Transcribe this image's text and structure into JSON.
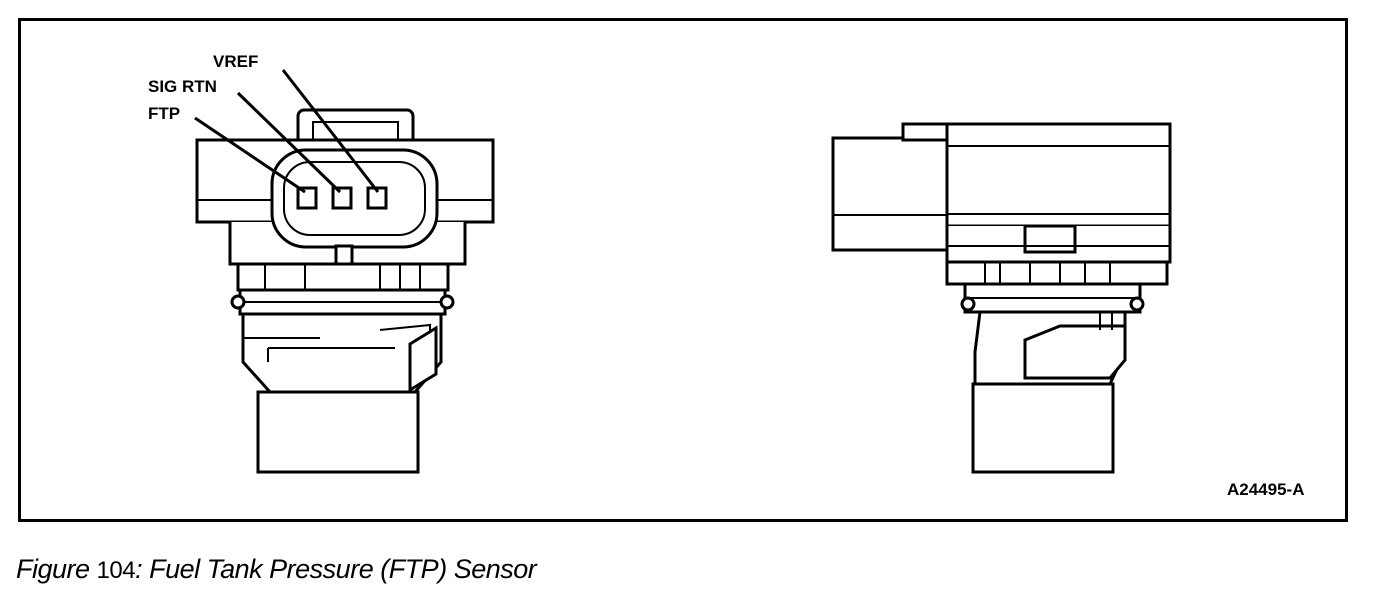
{
  "labels": {
    "vref": "VREF",
    "sig_rtn": "SIG RTN",
    "ftp": "FTP"
  },
  "figure_id": "A24495-A",
  "caption": {
    "prefix": "Figure",
    "number": "104",
    "title": ": Fuel Tank Pressure (FTP) Sensor"
  }
}
